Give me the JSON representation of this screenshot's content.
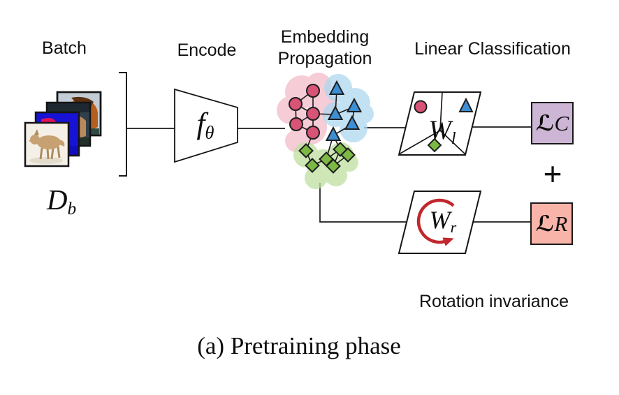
{
  "figure": {
    "stage_labels": {
      "batch": "Batch",
      "encode": "Encode",
      "embedding_line1": "Embedding",
      "embedding_line2": "Propagation",
      "linear_classification": "Linear Classification"
    },
    "symbols": {
      "dataset_main": "D",
      "dataset_sub": "b",
      "encoder_main": "f",
      "encoder_sub": "θ",
      "linear_weights_main": "W",
      "linear_weights_sub": "l",
      "rotation_weights_main": "W",
      "rotation_weights_sub": "r",
      "classification_loss_main": "ℒ",
      "classification_loss_sub": "C",
      "rotation_loss_main": "ℒ",
      "rotation_loss_sub": "R",
      "plus": "+"
    },
    "annotations": {
      "rotation_invariance": "Rotation invariance",
      "caption": "(a) Pretraining phase"
    },
    "batch_images": [
      "fox-photo",
      "cat-photo",
      "thermal-photo",
      "wolf-photo"
    ],
    "colors": {
      "classification_loss_box": "#cdb6d5",
      "rotation_loss_box": "#f9b4a9",
      "circle_node_fill": "#d85477",
      "triangle_node_fill": "#3d8fd4",
      "diamond_node_fill": "#7cb944",
      "circle_cluster_blob": "#f4bcca",
      "triangle_cluster_blob": "#aed7f0",
      "diamond_cluster_blob": "#bfe0a0",
      "rotation_arrow": "#c1272d",
      "line": "#1a1a1a"
    }
  }
}
